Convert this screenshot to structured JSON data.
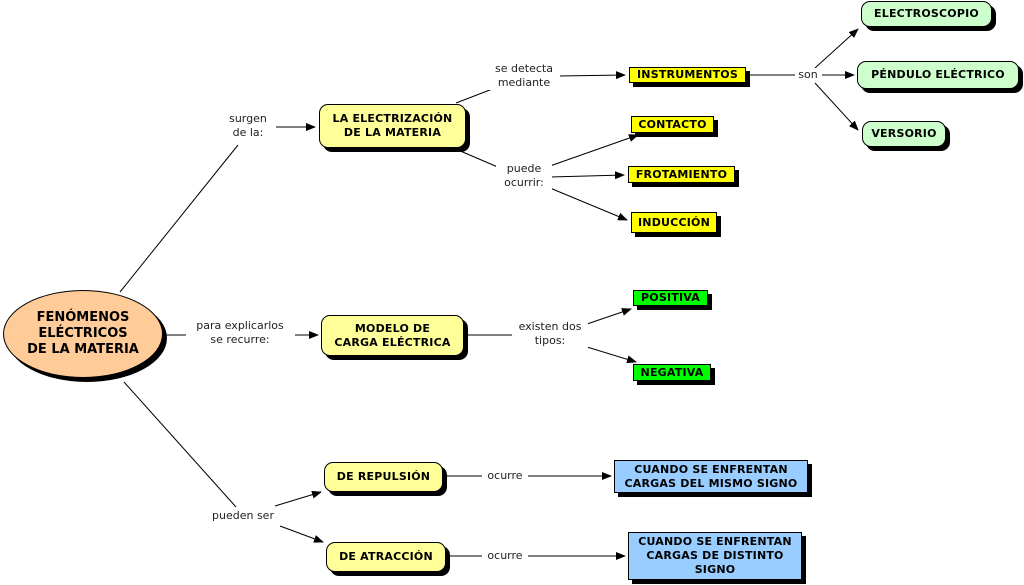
{
  "root": {
    "label": "FENÓMENOS\nELÉCTRICOS\nDE LA MATERIA",
    "color": "#ffcc99"
  },
  "nodes": {
    "electrizacion": "LA ELECTRIZACIÓN\nDE LA MATERIA",
    "instrumentos": "INSTRUMENTOS",
    "electroscopio": "ELECTROSCOPIO",
    "pendulo": "PÉNDULO ELÉCTRICO",
    "versorio": "VERSORIO",
    "contacto": "CONTACTO",
    "frotamiento": "FROTAMIENTO",
    "induccion": "INDUCCIÓN",
    "modelo": "MODELO DE\nCARGA ELÉCTRICA",
    "positiva": "POSITIVA",
    "negativa": "NEGATIVA",
    "repulsion": "DE REPULSIÓN",
    "atraccion": "DE ATRACCIÓN",
    "mismo_signo": "CUANDO SE ENFRENTAN\nCARGAS DEL MISMO SIGNO",
    "distinto_signo": "CUANDO SE ENFRENTAN\nCARGAS DE DISTINTO\nSIGNO"
  },
  "links": {
    "surgen": "surgen\nde la:",
    "se_detecta": "se detecta\nmediante",
    "son": "son",
    "puede_ocurrir": "puede\nocurrir:",
    "para_explicarlos": "para explicarlos\nse recurre:",
    "existen": "existen dos\ntipos:",
    "pueden_ser": "pueden ser",
    "ocurre_1": "ocurre",
    "ocurre_2": "ocurre"
  },
  "colors": {
    "concept_soft_yellow": "#ffff99",
    "concept_yellow": "#ffff00",
    "concept_soft_green": "#ccffcc",
    "concept_green": "#00ff00",
    "concept_blue": "#99ccff"
  }
}
